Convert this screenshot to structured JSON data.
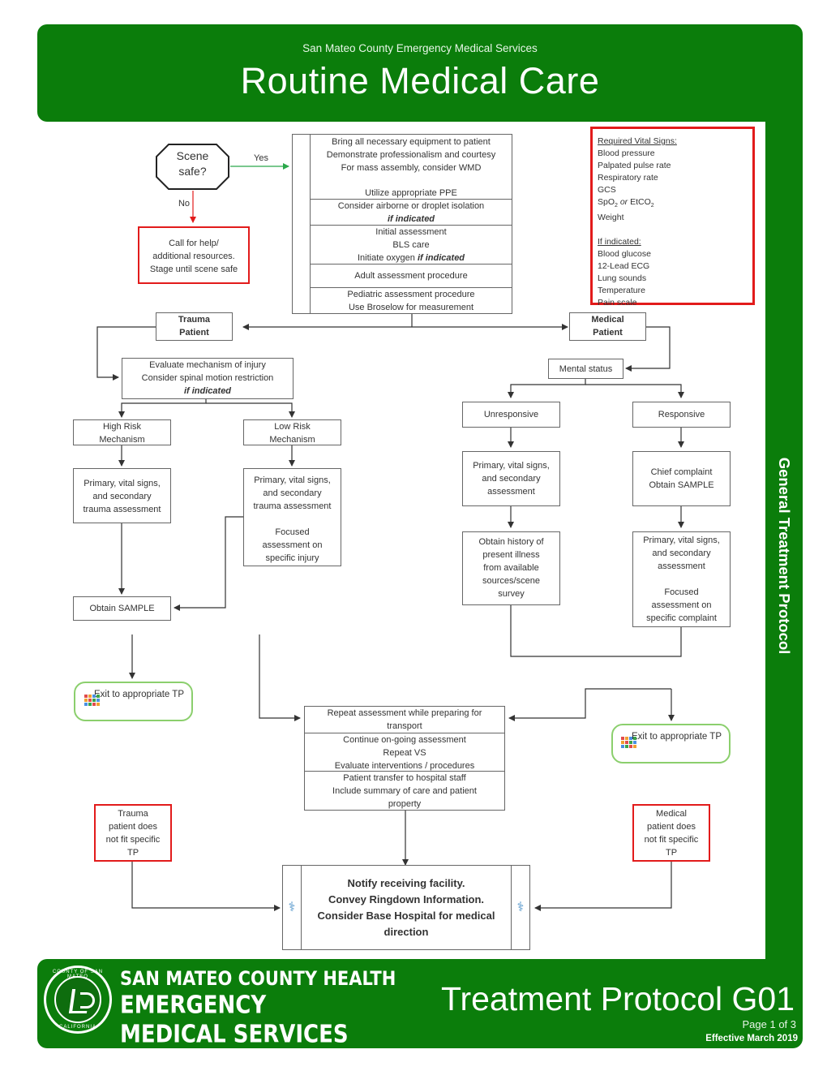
{
  "header": {
    "org": "San Mateo County Emergency Medical Services",
    "title": "Routine Medical Care"
  },
  "sidebar": {
    "label": "General Treatment Protocol"
  },
  "footer": {
    "logo_top": "COUNTY OF SAN MATEO",
    "logo_bottom": "CALIFORNIA",
    "org1": "SAN MATEO COUNTY HEALTH",
    "org2": "EMERGENCY",
    "org3": "MEDICAL SERVICES",
    "protocol": "Treatment Protocol G01",
    "page": "Page 1 of 3",
    "effective": "Effective March 2019"
  },
  "scene": {
    "line1": "Scene",
    "line2": "safe?",
    "yes": "Yes",
    "no": "No"
  },
  "help_box": {
    "line1": "Call for help/",
    "line2": "additional resources.",
    "line3": "Stage until scene safe"
  },
  "initial_box": {
    "s1": [
      "Bring all necessary equipment to patient",
      "Demonstrate professionalism and courtesy",
      "For mass assembly, consider WMD"
    ],
    "s2a": "Utilize appropriate PPE",
    "s2b": "Consider airborne or droplet isolation",
    "s2c": "if indicated",
    "s3a": "Initial assessment",
    "s3b": "BLS care",
    "s3c_pre": "Initiate oxygen ",
    "s3c_it": "if indicated",
    "s4": "Adult assessment procedure",
    "s5a": "Pediatric assessment procedure",
    "s5b": "Use Broselow for measurement"
  },
  "vitals": {
    "heading": "Required Vital Signs:",
    "items": [
      "Blood pressure",
      "Palpated pulse rate",
      "Respiratory rate",
      "GCS"
    ],
    "spo2_a": "SpO",
    "spo2_sub": "2",
    "spo2_or": " or ",
    "spo2_b": "EtCO",
    "spo2_sub2": "2",
    "weight": "Weight",
    "if_heading": "If indicated:",
    "if_items": [
      "Blood glucose",
      "12-Lead ECG",
      "Lung sounds",
      "Temperature",
      "Pain scale"
    ]
  },
  "trauma": {
    "l1": "Trauma",
    "l2": "Patient"
  },
  "medical": {
    "l1": "Medical",
    "l2": "Patient"
  },
  "evaluate": {
    "l1": "Evaluate mechanism of injury",
    "l2": "Consider spinal motion restriction",
    "l3": "if indicated"
  },
  "high_risk": {
    "l1": "High Risk",
    "l2": "Mechanism"
  },
  "low_risk": {
    "l1": "Low Risk",
    "l2": "Mechanism"
  },
  "hr_assess": {
    "l1": "Primary, vital signs,",
    "l2": "and secondary",
    "l3": "trauma assessment"
  },
  "lr_assess": {
    "l1": "Primary, vital signs,",
    "l2": "and secondary",
    "l3": "trauma assessment",
    "l4": "Focused",
    "l5": "assessment on",
    "l6": "specific injury"
  },
  "obtain_sample": "Obtain SAMPLE",
  "exit_left": {
    "l1": "Exit to",
    "l2": "appropriate TP"
  },
  "mental_status": "Mental status",
  "unresponsive": "Unresponsive",
  "responsive": "Responsive",
  "unresp_assess": {
    "l1": "Primary, vital signs,",
    "l2": "and secondary",
    "l3": "assessment"
  },
  "chief": {
    "l1": "Chief complaint",
    "l2": "Obtain SAMPLE"
  },
  "history": {
    "l1": "Obtain history of",
    "l2": "present illness",
    "l3": "from available",
    "l4": "sources/scene",
    "l5": "survey"
  },
  "resp_assess": {
    "l1": "Primary, vital signs,",
    "l2": "and secondary",
    "l3": "assessment",
    "l4": "Focused",
    "l5": "assessment on",
    "l6": "specific complaint"
  },
  "repeat_box": {
    "a1": "Repeat assessment while preparing for",
    "a2": "transport",
    "b1": "Continue on-going assessment",
    "b2": "Repeat VS",
    "b3": "Evaluate interventions / procedures",
    "c1": "Patient transfer to hospital staff",
    "c2": "Include summary of care and patient",
    "c3": "property"
  },
  "exit_right": {
    "l1": "Exit to",
    "l2": "appropriate TP"
  },
  "trauma_nofit": {
    "l1": "Trauma",
    "l2": "patient does",
    "l3": "not fit specific",
    "l4": "TP"
  },
  "medical_nofit": {
    "l1": "Medical",
    "l2": "patient does",
    "l3": "not fit specific",
    "l4": "TP"
  },
  "notify": {
    "l1": "Notify receiving facility.",
    "l2": "Convey Ringdown Information.",
    "l3": "Consider Base Hospital for medical",
    "l4": "direction"
  },
  "colors": {
    "brand_green": "#0b7d0b",
    "alert_red": "#e21b1b",
    "yes_green": "#2aa84a",
    "exit_border": "#8bcf6d"
  },
  "icons": [
    "tp-grid-icon",
    "caduceus-icon"
  ]
}
